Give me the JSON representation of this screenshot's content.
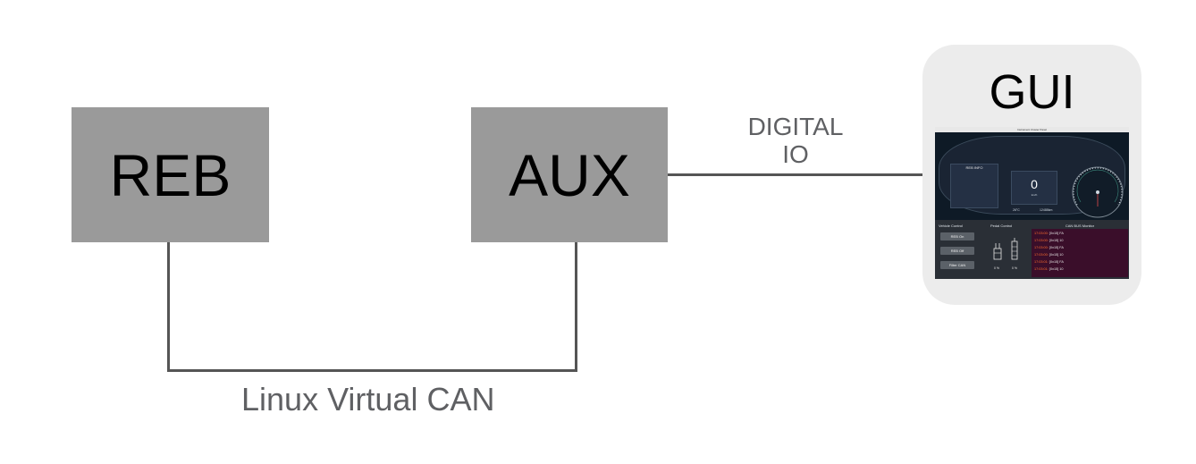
{
  "nodes": {
    "reb": "REB",
    "aux": "AUX",
    "gui": "GUI"
  },
  "connections": {
    "reb_aux": "Linux Virtual CAN",
    "aux_gui_line1": "DIGITAL",
    "aux_gui_line2": "IO"
  },
  "colors": {
    "box_fill": "#9a9a9a",
    "line": "#555555",
    "label": "#5f6063",
    "gui_card": "#ececec"
  },
  "gui_screenshot": {
    "window_title": "Instrument Cluster Panel",
    "reb_info_title": "REB INFO",
    "speed_value": "0",
    "speed_unit": "km/h",
    "temperature": "26°C",
    "odometer": "12488km",
    "vehicle_control_title": "Vehicle Control",
    "buttons": [
      "REB On",
      "REB Off",
      "Filter CAN"
    ],
    "pedal_control_title": "Pedal Control",
    "pedal_percent_1": "0 %",
    "pedal_percent_2": "0 %",
    "can_monitor_title": "CAN BUS Monitor",
    "can_log": [
      {
        "t": "17:03:00:",
        "m": "[0x15]  FA"
      },
      {
        "t": "17:03:00:",
        "m": "[0x15]  10"
      },
      {
        "t": "17:03:00:",
        "m": "[0x15]  FA"
      },
      {
        "t": "17:03:00:",
        "m": "[0x15]  10"
      },
      {
        "t": "17:03:01:",
        "m": "[0x15]  FA"
      },
      {
        "t": "17:03:01:",
        "m": "[0x15]  10"
      }
    ]
  }
}
